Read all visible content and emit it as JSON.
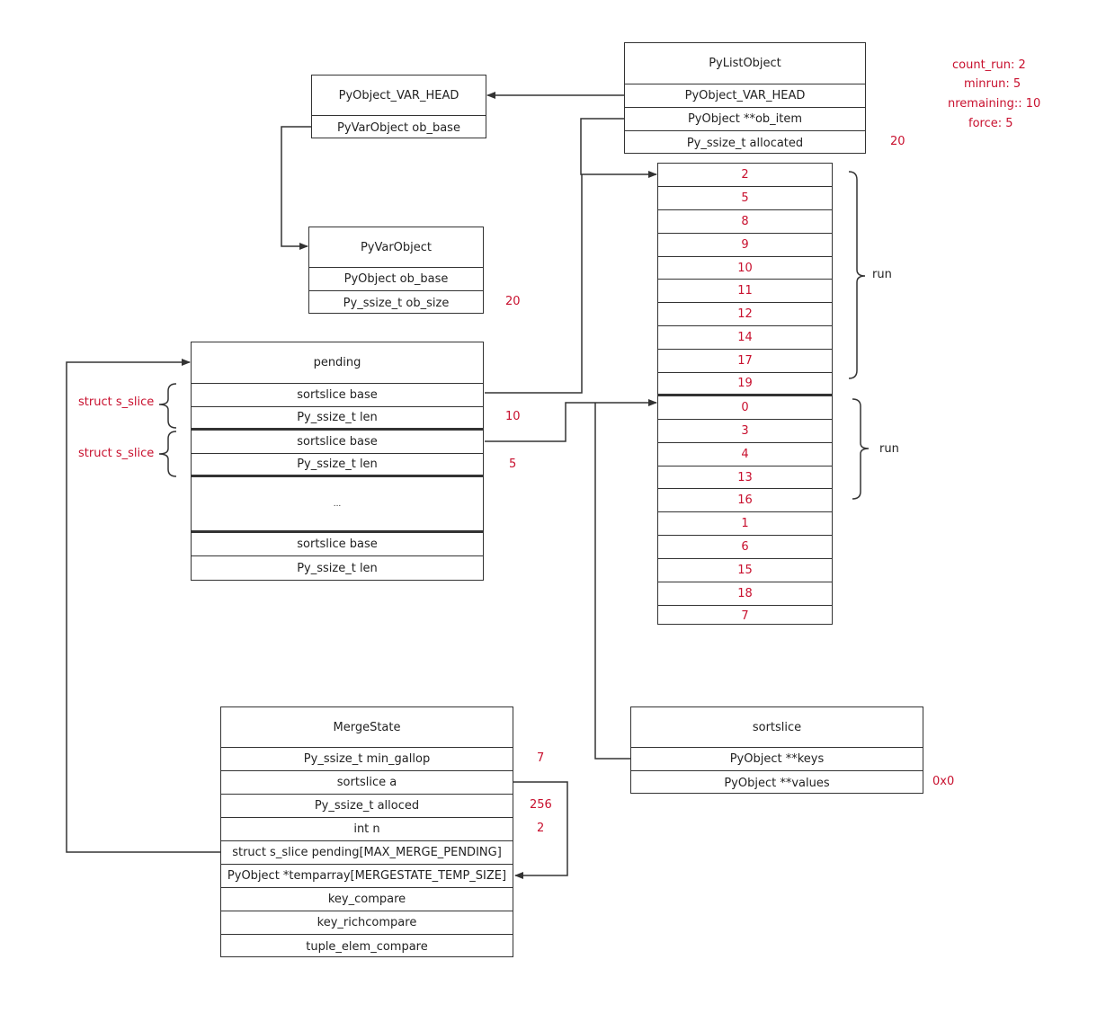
{
  "pylist": {
    "title": "PyListObject",
    "fields": [
      "PyObject_VAR_HEAD",
      "PyObject **ob_item",
      "Py_ssize_t allocated"
    ],
    "allocated_value": "20"
  },
  "varhead": {
    "title": "PyObject_VAR_HEAD",
    "fields": [
      "PyVarObject ob_base"
    ]
  },
  "pyvar": {
    "title": "PyVarObject",
    "fields": [
      "PyObject ob_base",
      "Py_ssize_t ob_size"
    ],
    "ob_size_value": "20"
  },
  "status": {
    "count_run": "count_run: 2",
    "minrun": "minrun: 5",
    "nremaining": "nremaining:: 10",
    "force": "force: 5"
  },
  "pending": {
    "title": "pending",
    "fields": [
      "sortslice base",
      "Py_ssize_t len",
      "sortslice base",
      "Py_ssize_t len",
      "...",
      "sortslice base",
      "Py_ssize_t len"
    ],
    "len1": "10",
    "len2": "5",
    "struct_label_1": "struct s_slice",
    "struct_label_2": "struct s_slice"
  },
  "array": {
    "values": [
      "2",
      "5",
      "8",
      "9",
      "10",
      "11",
      "12",
      "14",
      "17",
      "19",
      "0",
      "3",
      "4",
      "13",
      "16",
      "1",
      "6",
      "15",
      "18",
      "7"
    ],
    "run_label_1": "run",
    "run_label_2": "run"
  },
  "mergestate": {
    "title": "MergeState",
    "fields": [
      "Py_ssize_t min_gallop",
      "sortslice a",
      "Py_ssize_t alloced",
      "int n",
      "struct s_slice pending[MAX_MERGE_PENDING]",
      "PyObject *temparray[MERGESTATE_TEMP_SIZE]",
      "key_compare",
      "key_richcompare",
      "tuple_elem_compare"
    ],
    "min_gallop_value": "7",
    "alloced_value": "256",
    "n_value": "2"
  },
  "sortslice": {
    "title": "sortslice",
    "fields": [
      "PyObject **keys",
      "PyObject **values"
    ],
    "values_value": "0x0"
  },
  "colors": {
    "accent": "#c8102e",
    "line": "#333333"
  }
}
